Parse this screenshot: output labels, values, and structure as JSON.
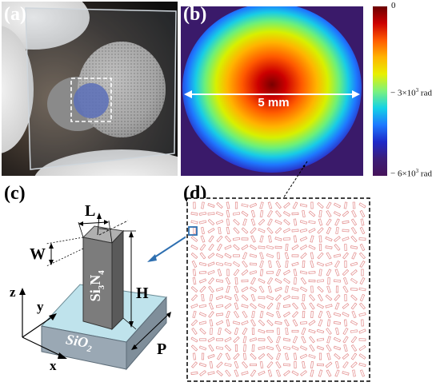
{
  "labels": {
    "a": "(a)",
    "b": "(b)",
    "c": "(c)",
    "d": "(d)"
  },
  "colorbar": {
    "top": "0",
    "mid_prefix": "− 3×10",
    "mid_exp": "3",
    "mid_suffix": " rad",
    "low_prefix": "− 6×10",
    "low_exp": "3",
    "low_suffix": " rad",
    "colors": [
      "#6b0000",
      "#cc0000",
      "#ff5a00",
      "#ffb400",
      "#e8f000",
      "#7cf27c",
      "#14d2e6",
      "#1e78ff",
      "#1e28c8",
      "#46145a"
    ]
  },
  "phase_map": {
    "diameter_label": "5 mm"
  },
  "schematic": {
    "L": "L",
    "W": "W",
    "H": "H",
    "P": "P",
    "pillar_material_main": "Si",
    "pillar_sub1": "3",
    "pillar_mid": "N",
    "pillar_sub2": "4",
    "substrate_main": "SiO",
    "substrate_sub": "2",
    "axis_x": "x",
    "axis_y": "y",
    "axis_z": "z"
  }
}
